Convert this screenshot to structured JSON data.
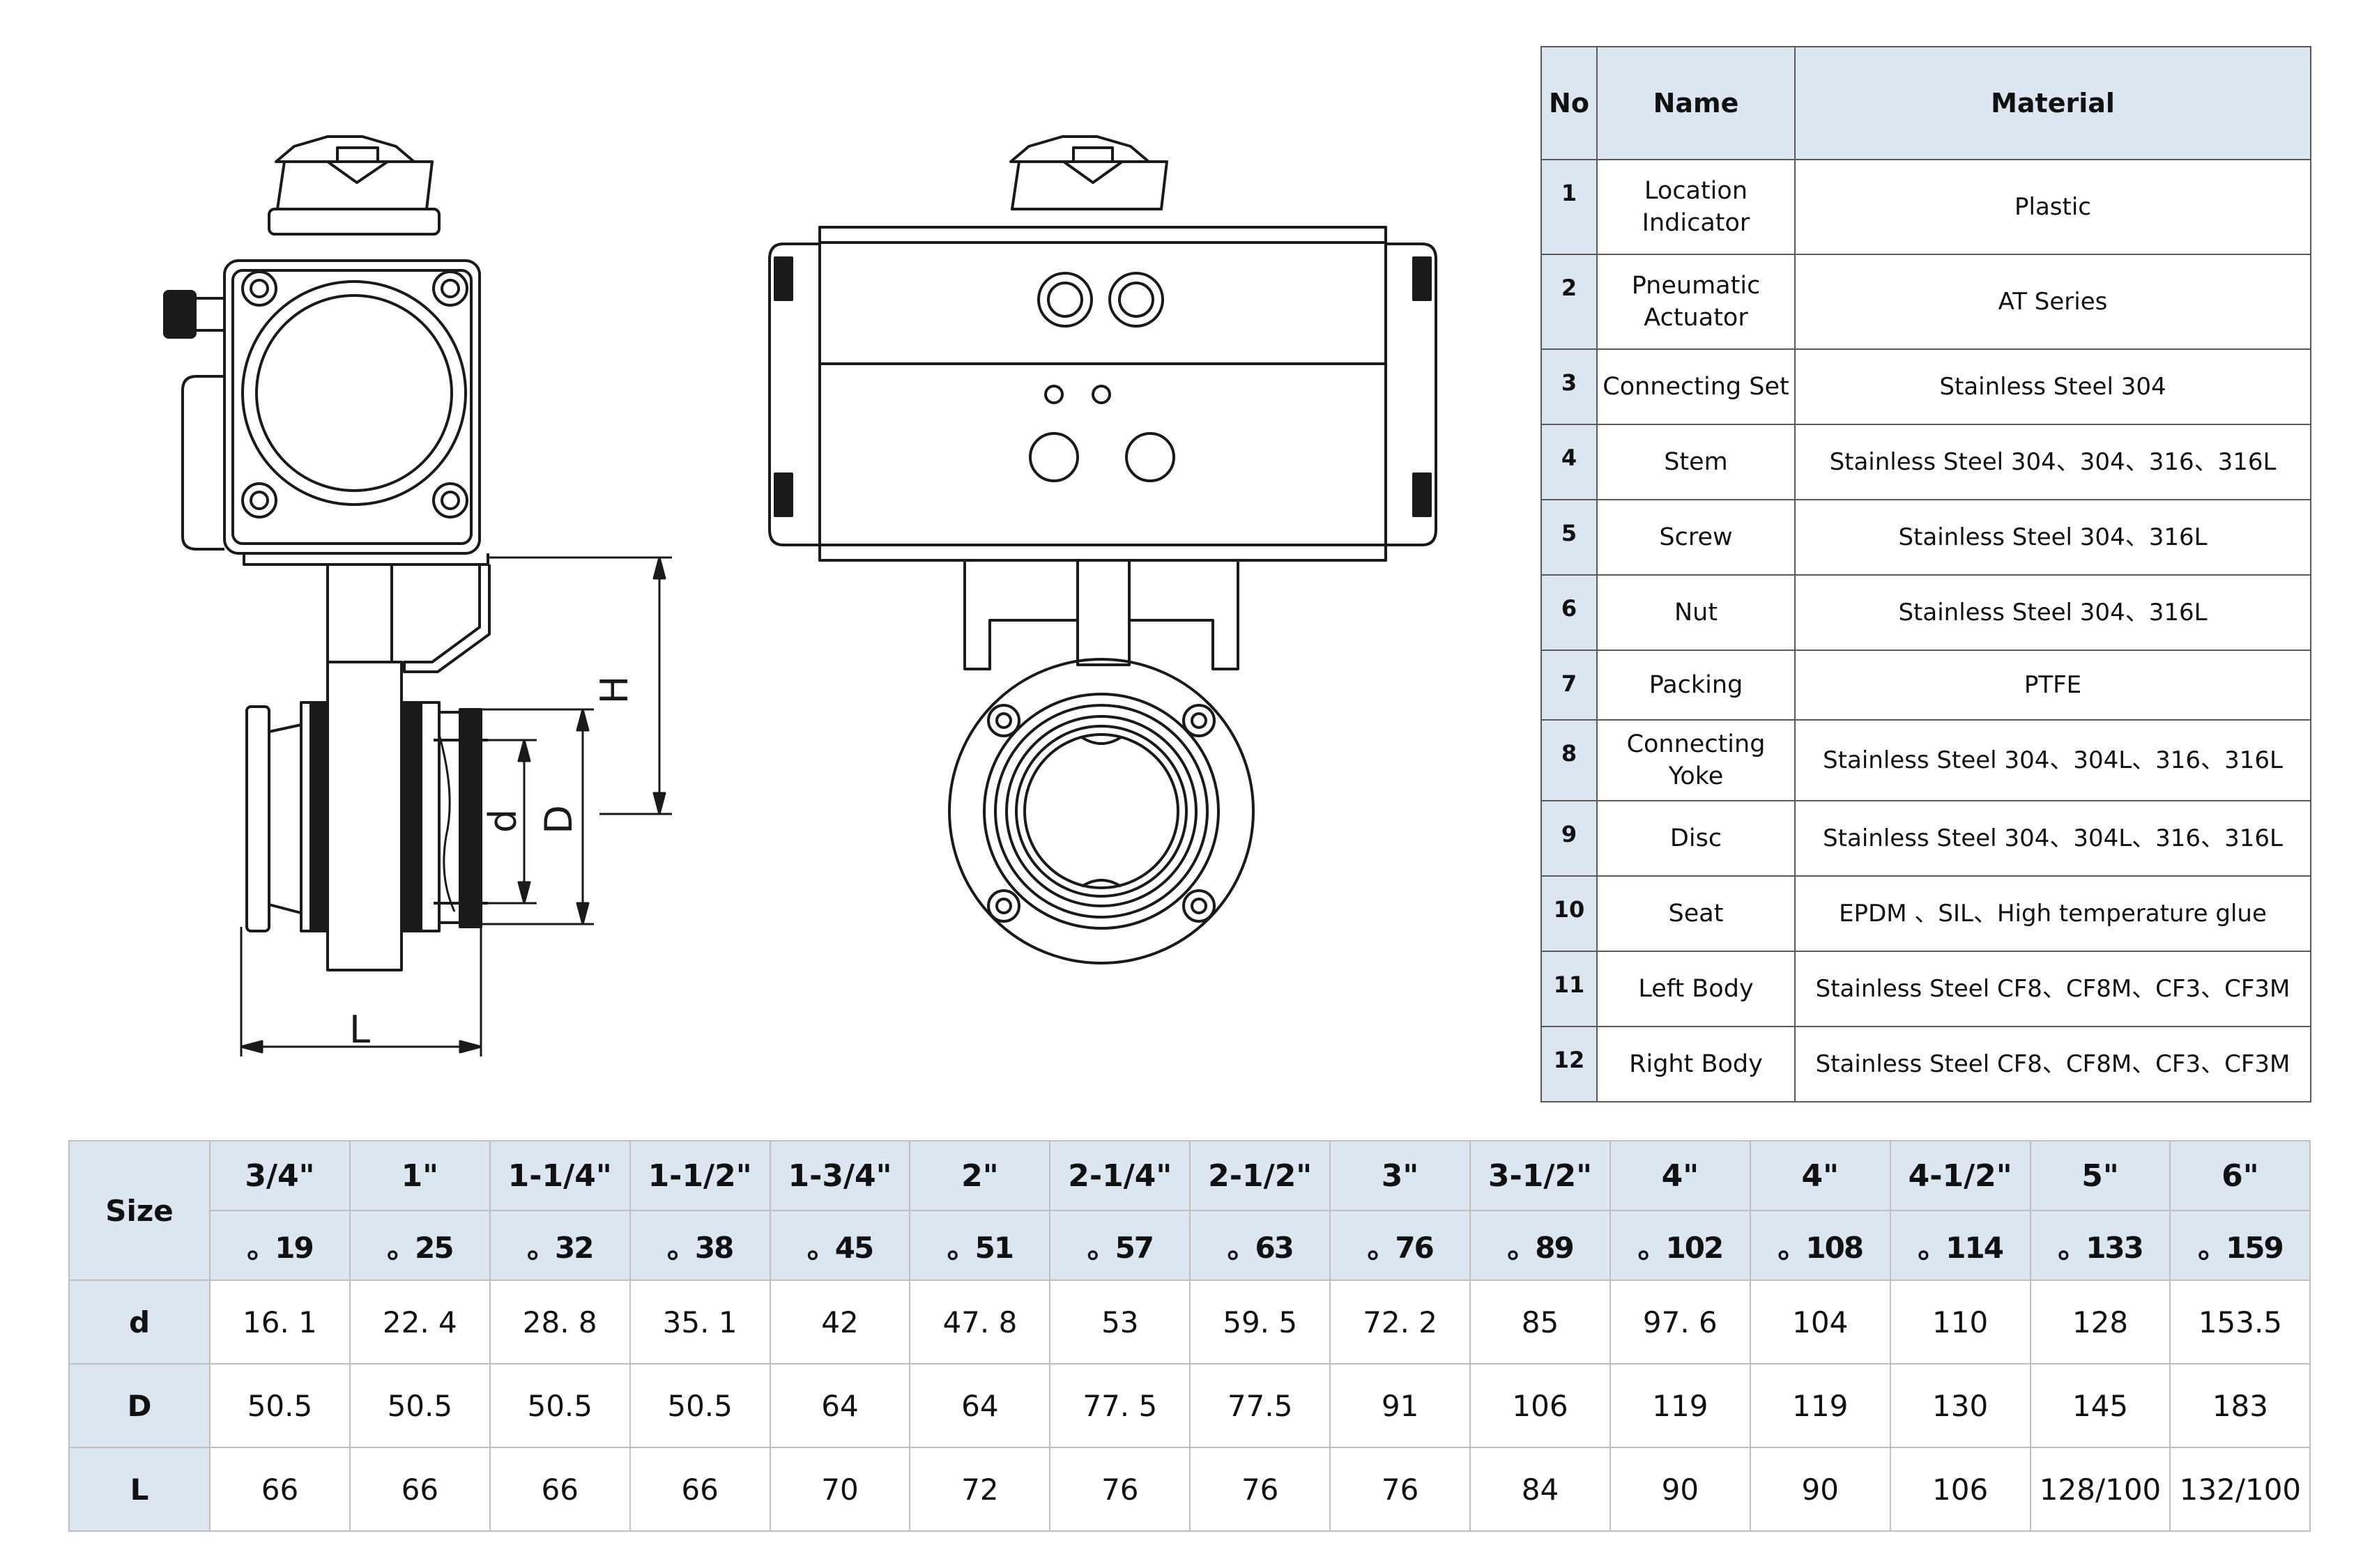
{
  "drawing_labels": {
    "h": "H",
    "d_small": "d",
    "d_large": "D",
    "l": "L"
  },
  "parts_table": {
    "headers": {
      "no": "No",
      "name": "Name",
      "material": "Material"
    },
    "rows": [
      {
        "no": "1",
        "name": "Location Indicator",
        "material": "Plastic"
      },
      {
        "no": "2",
        "name": "Pneumatic Actuator",
        "material": "AT Series"
      },
      {
        "no": "3",
        "name": "Connecting Set",
        "material": "Stainless Steel 304"
      },
      {
        "no": "4",
        "name": "Stem",
        "material": "Stainless Steel 304、304、316、316L"
      },
      {
        "no": "5",
        "name": "Screw",
        "material": "Stainless Steel 304、316L"
      },
      {
        "no": "6",
        "name": "Nut",
        "material": "Stainless Steel 304、316L"
      },
      {
        "no": "7",
        "name": "Packing",
        "material": "PTFE"
      },
      {
        "no": "8",
        "name": "Connecting Yoke",
        "material": "Stainless Steel 304、304L、316、316L"
      },
      {
        "no": "9",
        "name": "Disc",
        "material": "Stainless Steel 304、304L、316、316L"
      },
      {
        "no": "10",
        "name": "Seat",
        "material": "EPDM 、SIL、High temperature glue"
      },
      {
        "no": "11",
        "name": "Left Body",
        "material": "Stainless Steel CF8、CF8M、CF3、CF3M"
      },
      {
        "no": "12",
        "name": "Right Body",
        "material": "Stainless Steel CF8、CF8M、CF3、CF3M"
      }
    ]
  },
  "size_table": {
    "size_label": "Size",
    "inch": [
      "3/4\"",
      "1\"",
      "1-1/4\"",
      "1-1/2\"",
      "1-3/4\"",
      "2\"",
      "2-1/4\"",
      "2-1/2\"",
      "3\"",
      "3-1/2\"",
      "4\"",
      "4\"",
      "4-1/2\"",
      "5\"",
      "6\""
    ],
    "mm": [
      "。19",
      "。25",
      "。32",
      "。38",
      "。45",
      "。51",
      "。57",
      "。63",
      "。76",
      "。89",
      "。102",
      "。108",
      "。114",
      "。133",
      "。159"
    ],
    "rows": [
      {
        "label": "d",
        "values": [
          "16. 1",
          "22. 4",
          "28. 8",
          "35. 1",
          "42",
          "47. 8",
          "53",
          "59. 5",
          "72. 2",
          "85",
          "97. 6",
          "104",
          "110",
          "128",
          "153.5"
        ]
      },
      {
        "label": "D",
        "values": [
          "50.5",
          "50.5",
          "50.5",
          "50.5",
          "64",
          "64",
          "77. 5",
          "77.5",
          "91",
          "106",
          "119",
          "119",
          "130",
          "145",
          "183"
        ]
      },
      {
        "label": "L",
        "values": [
          "66",
          "66",
          "66",
          "66",
          "70",
          "72",
          "76",
          "76",
          "76",
          "84",
          "90",
          "90",
          "106",
          "128/100",
          "132/100"
        ]
      }
    ]
  }
}
